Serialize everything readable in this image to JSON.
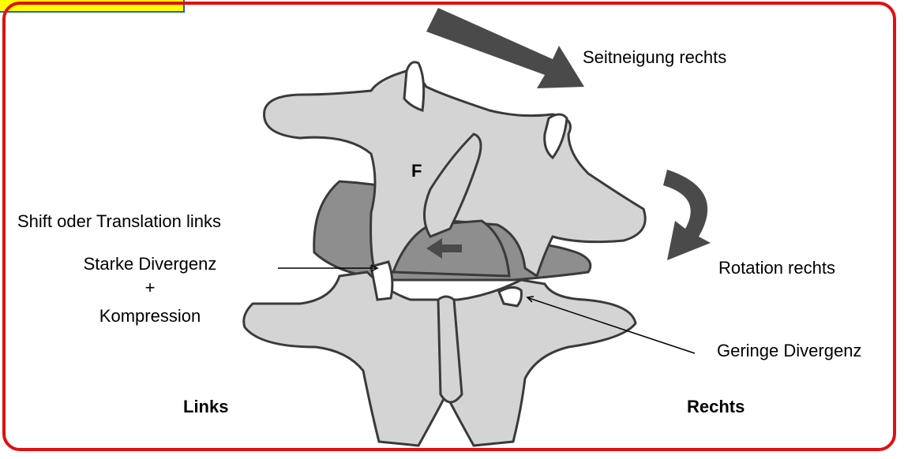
{
  "labels": {
    "lateral_flexion": "Seitneigung rechts",
    "shift": "Shift oder Translation links",
    "strong_divergence": "Starke Divergenz",
    "plus": "+",
    "compression": "Kompression",
    "rotation": "Rotation rechts",
    "slight_divergence": "Geringe Divergenz",
    "left": "Links",
    "right": "Rechts",
    "facet_marker": "F"
  },
  "colors": {
    "frame": "#e01010",
    "tab": "#ffff00",
    "bone_fill": "#d4d4d4",
    "bone_stroke": "#3a3a3a",
    "body_dark": "#8c8c8c",
    "arrow": "#4a4a4a"
  }
}
